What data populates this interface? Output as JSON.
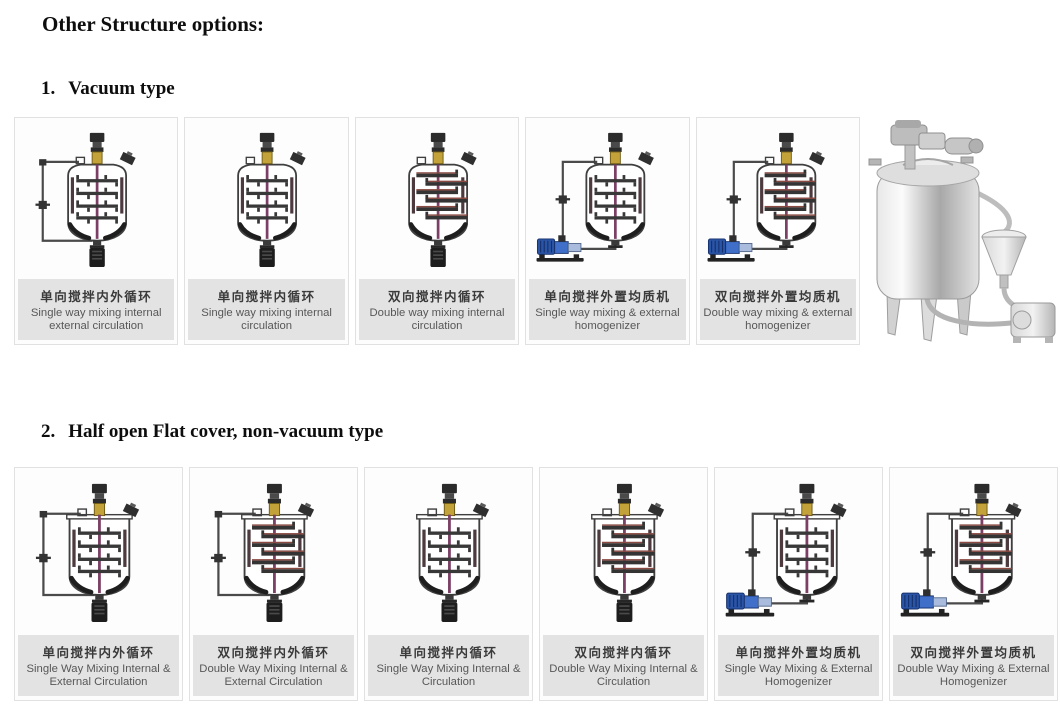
{
  "page_title": "Other Structure options:",
  "sections": [
    {
      "number": "1.",
      "heading": "Vacuum type",
      "flat_top": false,
      "cards": [
        {
          "zh": "单向搅拌内外循环",
          "en": "Single way mixing internal external circulation",
          "diagram": {
            "double": false,
            "pipe": true,
            "pump": false
          }
        },
        {
          "zh": "单向搅拌内循环",
          "en": "Single way mixing internal circulation",
          "diagram": {
            "double": false,
            "pipe": false,
            "pump": false
          }
        },
        {
          "zh": "双向搅拌内循环",
          "en": "Double way mixing internal circulation",
          "diagram": {
            "double": true,
            "pipe": false,
            "pump": false
          }
        },
        {
          "zh": "单向搅拌外置均质机",
          "en": "Single way mixing & external homogenizer",
          "diagram": {
            "double": false,
            "pipe": true,
            "pump": true
          }
        },
        {
          "zh": "双向搅拌外置均质机",
          "en": "Double way mixing & external homogenizer",
          "diagram": {
            "double": true,
            "pipe": true,
            "pump": true
          }
        }
      ],
      "photo": {
        "icon_name": "stainless-steel-mixing-tank-photo"
      }
    },
    {
      "number": "2.",
      "heading": "Half open Flat cover, non-vacuum type",
      "flat_top": true,
      "cards": [
        {
          "zh": "单向搅拌内外循环",
          "en": "Single Way Mixing Internal & External Circulation",
          "diagram": {
            "double": false,
            "pipe": true,
            "pump": false
          }
        },
        {
          "zh": "双向搅拌内外循环",
          "en": "Double Way Mixing Internal & External Circulation",
          "diagram": {
            "double": true,
            "pipe": true,
            "pump": false
          }
        },
        {
          "zh": "单向搅拌内循环",
          "en": "Single Way Mixing Internal & Circulation",
          "diagram": {
            "double": false,
            "pipe": false,
            "pump": false
          }
        },
        {
          "zh": "双向搅拌内循环",
          "en": "Double Way Mixing Internal & Circulation",
          "diagram": {
            "double": true,
            "pipe": false,
            "pump": false
          }
        },
        {
          "zh": "单向搅拌外置均质机",
          "en": "Single Way Mixing & External Homogenizer",
          "diagram": {
            "double": false,
            "pipe": true,
            "pump": true
          }
        },
        {
          "zh": "双向搅拌外置均质机",
          "en": "Double Way Mixing & External Homogenizer",
          "diagram": {
            "double": true,
            "pipe": true,
            "pump": true
          }
        }
      ]
    }
  ],
  "colors": {
    "caption_bg": "#e3e3e3",
    "caption_text": "#575757",
    "chinese_text": "#3a3a3a",
    "homogenizer_blue": "#2a54a6",
    "coupling_yellow": "#c3a23a",
    "shaft_purple": "#7c4066",
    "line_dark": "#3f3f3f"
  }
}
